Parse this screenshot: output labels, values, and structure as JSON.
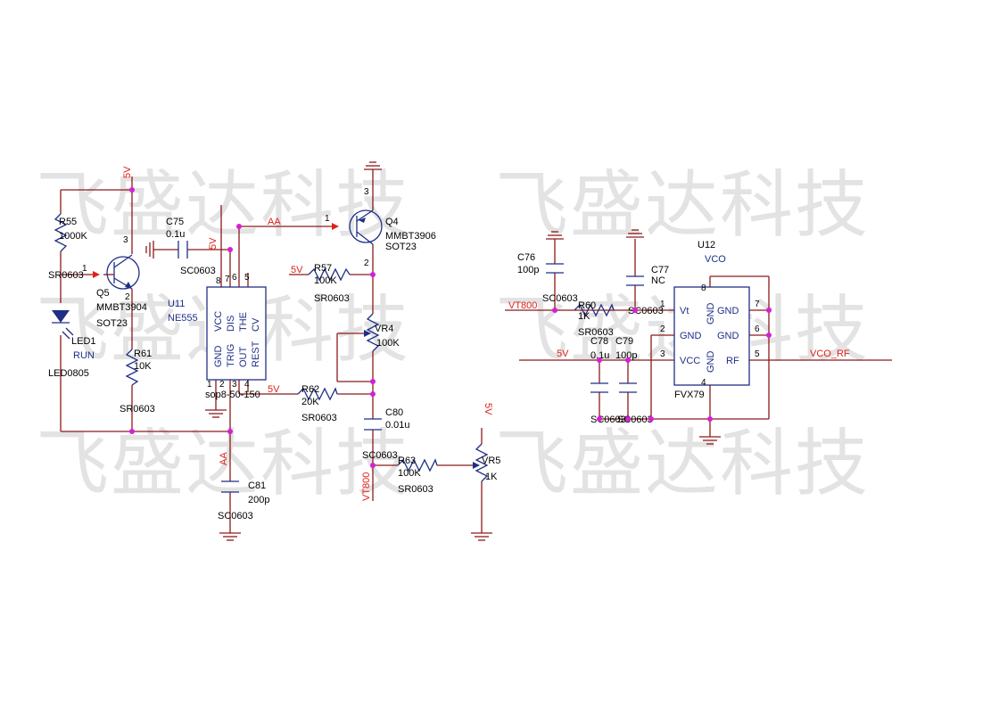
{
  "watermark": "飞盛达科技",
  "nets": {
    "v5": "5V",
    "aa": "AA",
    "vt800": "VT800",
    "vco_rf": "VCO_RF"
  },
  "components": {
    "r55": {
      "ref": "R55",
      "value": "1000K",
      "footprint": "SR0603"
    },
    "q5": {
      "ref": "Q5",
      "value": "MMBT3904",
      "footprint": "SOT23"
    },
    "led1": {
      "ref": "LED1",
      "value": "RUN",
      "footprint": "LED0805"
    },
    "r61": {
      "ref": "R61",
      "value": "10K",
      "footprint": "SR0603"
    },
    "c75": {
      "ref": "C75",
      "value": "0.1u",
      "footprint": "SC0603"
    },
    "u11": {
      "ref": "U11",
      "value": "NE555",
      "footprint": "sop8-50-150"
    },
    "q4": {
      "ref": "Q4",
      "value": "MMBT3906",
      "footprint": "SOT23"
    },
    "r57": {
      "ref": "R57",
      "value": "100K",
      "footprint": "SR0603"
    },
    "vr4": {
      "ref": "VR4",
      "value": "100K"
    },
    "r62": {
      "ref": "R62",
      "value": "20K",
      "footprint": "SR0603"
    },
    "c80": {
      "ref": "C80",
      "value": "0.01u",
      "footprint": "SC0603"
    },
    "c81": {
      "ref": "C81",
      "value": "200p",
      "footprint": "SC0603"
    },
    "r63": {
      "ref": "R63",
      "value": "100K",
      "footprint": "SR0603"
    },
    "vr5": {
      "ref": "VR5",
      "value": "1K"
    },
    "c76": {
      "ref": "C76",
      "value": "100p",
      "footprint": "SC0603"
    },
    "c77": {
      "ref": "C77",
      "value": "NC",
      "footprint": "SC0603"
    },
    "r60": {
      "ref": "R60",
      "value": "1K",
      "footprint": "SR0603"
    },
    "c78": {
      "ref": "C78",
      "value": "0.1u",
      "footprint": "SC0603"
    },
    "c79": {
      "ref": "C79",
      "value": "100p",
      "footprint": "SC0603"
    },
    "u12": {
      "ref": "U12",
      "value": "VCO",
      "part": "FVX79"
    }
  },
  "u11_pins": {
    "vcc": "VCC",
    "dis": "DIS",
    "the": "THE",
    "cv": "CV",
    "gnd": "GND",
    "trig": "TRIG",
    "out": "OUT",
    "rest": "REST",
    "n8": "8",
    "n7": "7",
    "n6": "6",
    "n5": "5",
    "n1": "1",
    "n2": "2",
    "n3": "3",
    "n4": "4"
  },
  "u12_pins": {
    "vt": "Vt",
    "gnd": "GND",
    "vcc": "VCC",
    "rf": "RF",
    "n1": "1",
    "n2": "2",
    "n3": "3",
    "n4": "4",
    "n5": "5",
    "n6": "6",
    "n7": "7",
    "n8": "8"
  },
  "pin_numbers": {
    "one": "1",
    "two": "2",
    "three": "3"
  }
}
